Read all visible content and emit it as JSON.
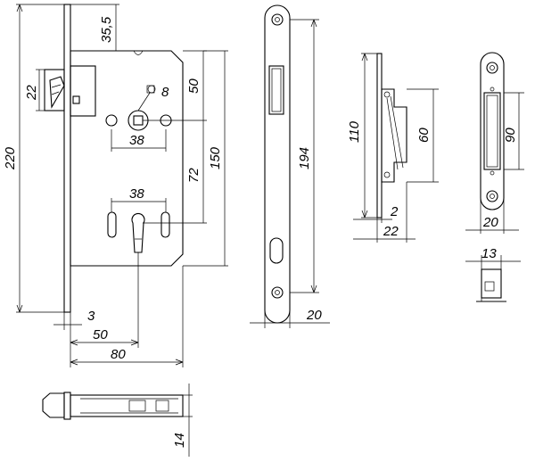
{
  "dimensions": {
    "d_35_5": "35,5",
    "d_22_left": "22",
    "d_220": "220",
    "d_8": "8",
    "d_50_v": "50",
    "d_38_top": "38",
    "d_72": "72",
    "d_150": "150",
    "d_38_bottom": "38",
    "d_3": "3",
    "d_50_h": "50",
    "d_80": "80",
    "d_14": "14",
    "d_194": "194",
    "d_20_plate": "20",
    "d_110": "110",
    "d_60": "60",
    "d_2": "2",
    "d_22_striker": "22",
    "d_90": "90",
    "d_20_striker": "20",
    "d_13": "13"
  }
}
